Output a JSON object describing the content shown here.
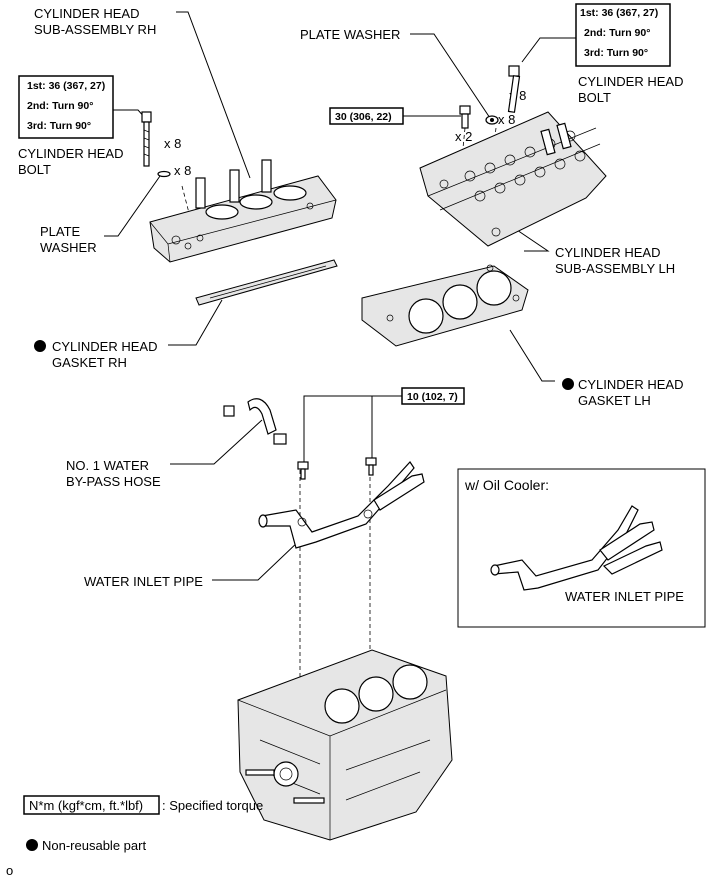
{
  "labels": {
    "cyl_head_rh_1": "CYLINDER HEAD",
    "cyl_head_rh_2": "SUB-ASSEMBLY RH",
    "plate_washer_top": "PLATE WASHER",
    "torque_rh_1": "1st: 36 (367, 27)",
    "torque_rh_2": "2nd: Turn 90°",
    "torque_rh_3": "3rd: Turn 90°",
    "bolt_rh_1": "CYLINDER HEAD",
    "bolt_rh_2": "BOLT",
    "x8_bolt_rh": "x 8",
    "x8_washer_rh": "x 8",
    "plate_washer_rh_1": "PLATE",
    "plate_washer_rh_2": "WASHER",
    "gasket_rh_1": "CYLINDER HEAD",
    "gasket_rh_2": "GASKET RH",
    "torque_lh_1": "1st: 36 (367, 27)",
    "torque_lh_2": "2nd: Turn 90°",
    "torque_lh_3": "3rd: Turn 90°",
    "bolt_lh_1": "CYLINDER HEAD",
    "bolt_lh_2": "BOLT",
    "x8_bolt_lh": "x 8",
    "x8_washer_lh": "x 8",
    "x2_lh": "x 2",
    "torque_30": "30 (306, 22)",
    "cyl_head_lh_1": "CYLINDER HEAD",
    "cyl_head_lh_2": "SUB-ASSEMBLY LH",
    "gasket_lh_1": "CYLINDER HEAD",
    "gasket_lh_2": "GASKET LH",
    "torque_10": "10 (102, 7)",
    "hose_1": "NO. 1 WATER",
    "hose_2": "BY-PASS HOSE",
    "water_inlet_pipe": "WATER INLET PIPE",
    "oil_cooler_title": "w/ Oil Cooler:",
    "water_inlet_pipe_oc": "WATER INLET PIPE",
    "legend_torque_box": "N*m (kgf*cm, ft.*lbf)",
    "legend_torque_text": ": Specified torque",
    "legend_nonreusable": "Non-reusable part",
    "corner_mark": "o"
  },
  "colors": {
    "line": "#000000",
    "background": "#ffffff"
  }
}
